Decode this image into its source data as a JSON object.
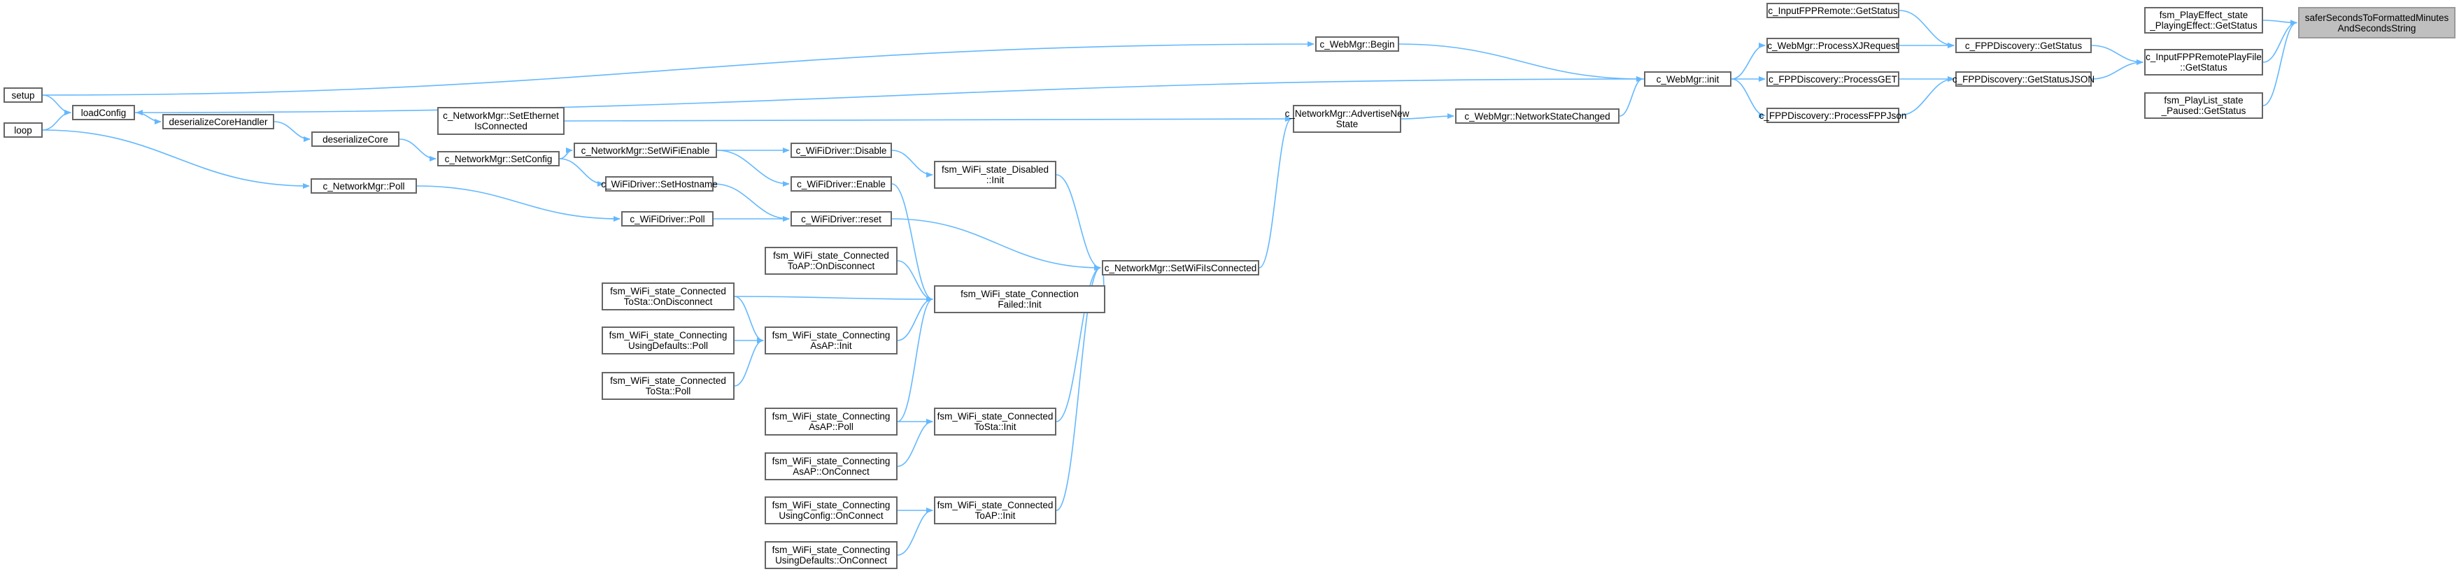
{
  "diagram": {
    "title": "",
    "colors": {
      "edge": "#63b8ff",
      "node_border": "#666666",
      "current_fill": "#bfbfbf"
    },
    "nodes": [
      {
        "id": "current",
        "label": "saferSecondsToFormattedMinutes\nAndSecondsString",
        "current": true
      },
      {
        "id": "playeff",
        "label": "fsm_PlayEffect_state\n_PlayingEffect::GetStatus"
      },
      {
        "id": "fppplay",
        "label": "c_InputFPPRemotePlayFile\n::GetStatus"
      },
      {
        "id": "playlist",
        "label": "fsm_PlayList_state\n_Paused::GetStatus"
      },
      {
        "id": "fppremote",
        "label": "c_InputFPPRemote::GetStatus"
      },
      {
        "id": "xjreq",
        "label": "c_WebMgr::ProcessXJRequest"
      },
      {
        "id": "procget",
        "label": "c_FPPDiscovery::ProcessGET"
      },
      {
        "id": "procfppjson",
        "label": "c_FPPDiscovery::ProcessFPPJson"
      },
      {
        "id": "fppgetstatus",
        "label": "c_FPPDiscovery::GetStatus"
      },
      {
        "id": "fppjson",
        "label": "c_FPPDiscovery::GetStatusJSON"
      },
      {
        "id": "webinit",
        "label": "c_WebMgr::init"
      },
      {
        "id": "webbegin",
        "label": "c_WebMgr::Begin"
      },
      {
        "id": "netchanged",
        "label": "c_WebMgr::NetworkStateChanged"
      },
      {
        "id": "advertise",
        "label": "c_NetworkMgr::AdvertiseNew\nState"
      },
      {
        "id": "setwifi",
        "label": "c_NetworkMgr::SetWiFiIsConnected"
      },
      {
        "id": "setup",
        "label": "setup"
      },
      {
        "id": "loop",
        "label": "loop"
      },
      {
        "id": "loadconfig",
        "label": "loadConfig"
      },
      {
        "id": "deshandler",
        "label": "deserializeCoreHandler"
      },
      {
        "id": "descore",
        "label": "deserializeCore"
      },
      {
        "id": "nmpoll",
        "label": "c_NetworkMgr::Poll"
      },
      {
        "id": "setether",
        "label": "c_NetworkMgr::SetEthernet\nIsConnected"
      },
      {
        "id": "setconfig",
        "label": "c_NetworkMgr::SetConfig"
      },
      {
        "id": "setwifien",
        "label": "c_NetworkMgr::SetWiFiEnable"
      },
      {
        "id": "sethost",
        "label": "c_WiFiDriver::SetHostname"
      },
      {
        "id": "wdpoll",
        "label": "c_WiFiDriver::Poll"
      },
      {
        "id": "wddisable",
        "label": "c_WiFiDriver::Disable"
      },
      {
        "id": "wdenable",
        "label": "c_WiFiDriver::Enable"
      },
      {
        "id": "wdreset",
        "label": "c_WiFiDriver::reset"
      },
      {
        "id": "disinit",
        "label": "fsm_WiFi_state_Disabled\n::Init"
      },
      {
        "id": "apdisc",
        "label": "fsm_WiFi_state_Connected\nToAP::OnDisconnect"
      },
      {
        "id": "stadisc",
        "label": "fsm_WiFi_state_Connected\nToSta::OnDisconnect"
      },
      {
        "id": "defpoll",
        "label": "fsm_WiFi_state_Connecting\nUsingDefaults::Poll"
      },
      {
        "id": "stapoll",
        "label": "fsm_WiFi_state_Connected\nToSta::Poll"
      },
      {
        "id": "cfinit",
        "label": "fsm_WiFi_state_Connection\nFailed::Init"
      },
      {
        "id": "asapinit",
        "label": "fsm_WiFi_state_Connecting\nAsAP::Init"
      },
      {
        "id": "asappoll",
        "label": "fsm_WiFi_state_Connecting\nAsAP::Poll"
      },
      {
        "id": "asapconn",
        "label": "fsm_WiFi_state_Connecting\nAsAP::OnConnect"
      },
      {
        "id": "stainit",
        "label": "fsm_WiFi_state_Connected\nToSta::Init"
      },
      {
        "id": "cfgconn",
        "label": "fsm_WiFi_state_Connecting\nUsingConfig::OnConnect"
      },
      {
        "id": "defconn",
        "label": "fsm_WiFi_state_Connecting\nUsingDefaults::OnConnect"
      },
      {
        "id": "apinit",
        "label": "fsm_WiFi_state_Connected\nToAP::Init"
      }
    ],
    "edges": [
      [
        "playeff",
        "current"
      ],
      [
        "fppplay",
        "current"
      ],
      [
        "playlist",
        "current"
      ],
      [
        "fppgetstatus",
        "fppplay"
      ],
      [
        "fppjson",
        "fppplay"
      ],
      [
        "fppremote",
        "fppgetstatus"
      ],
      [
        "xjreq",
        "fppgetstatus"
      ],
      [
        "procget",
        "fppjson"
      ],
      [
        "procfppjson",
        "fppjson"
      ],
      [
        "webinit",
        "xjreq"
      ],
      [
        "webinit",
        "procget"
      ],
      [
        "webinit",
        "procfppjson"
      ],
      [
        "webbegin",
        "webinit"
      ],
      [
        "netchanged",
        "webinit"
      ],
      [
        "advertise",
        "netchanged"
      ],
      [
        "setwifi",
        "advertise"
      ],
      [
        "setup",
        "webbegin"
      ],
      [
        "webinit",
        "loadconfig"
      ],
      [
        "setup",
        "loadconfig"
      ],
      [
        "loop",
        "loadconfig"
      ],
      [
        "loadconfig",
        "deshandler"
      ],
      [
        "deshandler",
        "descore"
      ],
      [
        "descore",
        "setconfig"
      ],
      [
        "setconfig",
        "setwifien"
      ],
      [
        "setconfig",
        "sethost"
      ],
      [
        "setether",
        "advertise"
      ],
      [
        "setwifien",
        "wddisable"
      ],
      [
        "setwifien",
        "wdenable"
      ],
      [
        "wddisable",
        "disinit"
      ],
      [
        "wdenable",
        "cfinit"
      ],
      [
        "disinit",
        "setwifi"
      ],
      [
        "wdreset",
        "setwifi"
      ],
      [
        "sethost",
        "wdreset"
      ],
      [
        "wdpoll",
        "wdreset"
      ],
      [
        "nmpoll",
        "wdpoll"
      ],
      [
        "loop",
        "nmpoll"
      ],
      [
        "cfinit",
        "setwifi"
      ],
      [
        "stainit",
        "setwifi"
      ],
      [
        "apinit",
        "setwifi"
      ],
      [
        "apdisc",
        "cfinit"
      ],
      [
        "stadisc",
        "cfinit"
      ],
      [
        "asapinit",
        "cfinit"
      ],
      [
        "asappoll",
        "cfinit"
      ],
      [
        "stadisc",
        "asapinit"
      ],
      [
        "defpoll",
        "asapinit"
      ],
      [
        "stapoll",
        "asapinit"
      ],
      [
        "asappoll",
        "stainit"
      ],
      [
        "asapconn",
        "stainit"
      ],
      [
        "cfgconn",
        "apinit"
      ],
      [
        "defconn",
        "apinit"
      ]
    ]
  }
}
